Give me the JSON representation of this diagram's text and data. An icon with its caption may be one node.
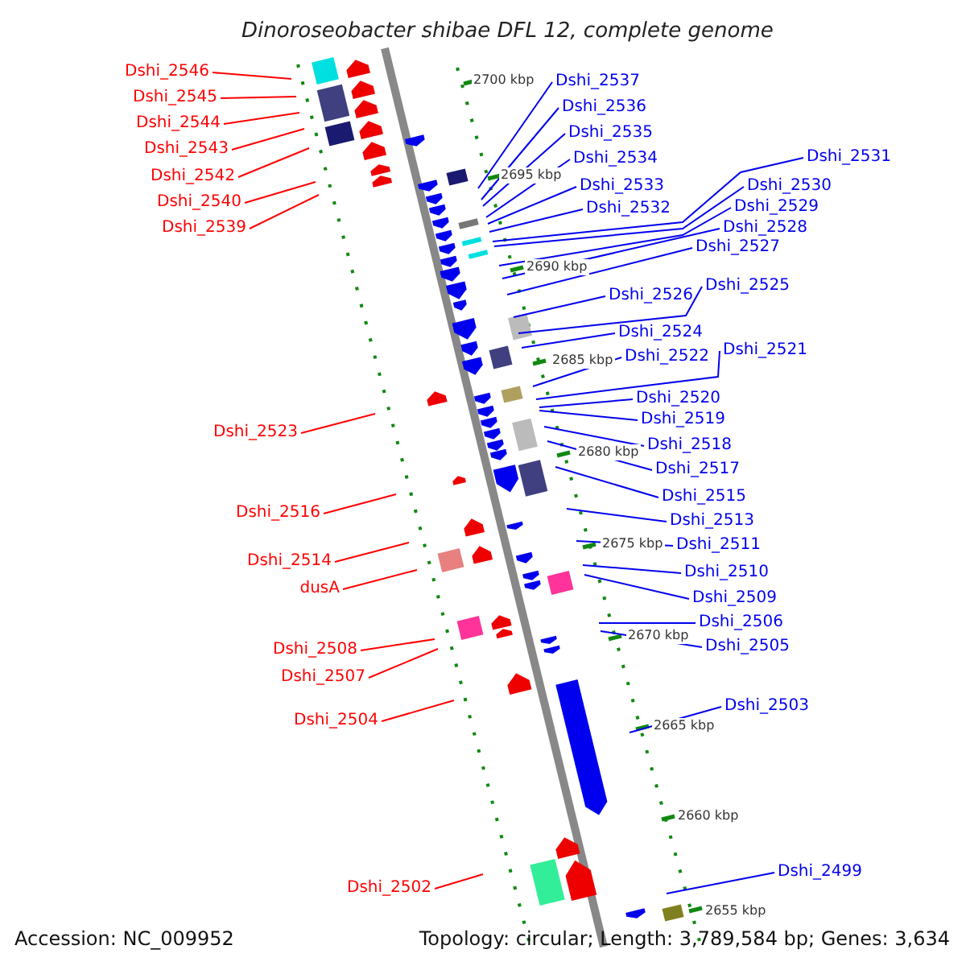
{
  "diagram": {
    "title": "Dinoroseobacter shibae DFL 12, complete genome",
    "nodes": [
      {
        "text": [
          "Dshi_2546"
        ]
      },
      {
        "text": [
          "Dshi_2537"
        ]
      },
      {
        "text": [
          "Dshi_2545"
        ]
      },
      {
        "text": [
          "Dshi_2536"
        ]
      },
      {
        "text": [
          "Dshi_2544"
        ]
      },
      {
        "text": [
          "Dshi_2535"
        ]
      },
      {
        "text": [
          "Dshi_2543"
        ]
      },
      {
        "text": [
          "Dshi_2534"
        ]
      },
      {
        "text": [
          "Dshi_2531"
        ]
      },
      {
        "text": [
          "Dshi_2542"
        ]
      },
      {
        "text": [
          "Dshi_2533"
        ]
      },
      {
        "text": [
          "Dshi_2530"
        ]
      },
      {
        "text": [
          "Dshi_2540"
        ]
      },
      {
        "text": [
          "Dshi_2529"
        ]
      },
      {
        "text": [
          "Dshi_2532"
        ]
      },
      {
        "text": [
          "Dshi_2539"
        ]
      },
      {
        "text": [
          "Dshi_2528"
        ]
      },
      {
        "text": [
          "Dshi_2527"
        ]
      },
      {
        "text": [
          "Dshi_2525"
        ]
      },
      {
        "text": [
          "Dshi_2526"
        ]
      },
      {
        "text": [
          "Dshi_2524"
        ]
      },
      {
        "text": [
          "Dshi_2521"
        ]
      },
      {
        "text": [
          "Dshi_2522"
        ]
      },
      {
        "text": [
          "Dshi_2520"
        ]
      },
      {
        "text": [
          "Dshi_2519"
        ]
      },
      {
        "text": [
          "Dshi_2523"
        ]
      },
      {
        "text": [
          "Dshi_2518"
        ]
      },
      {
        "text": [
          "Dshi_2517"
        ]
      },
      {
        "text": [
          "Dshi_2515"
        ]
      },
      {
        "text": [
          "Dshi_2516"
        ]
      },
      {
        "text": [
          "Dshi_2513"
        ]
      },
      {
        "text": [
          "Dshi_2511"
        ]
      },
      {
        "text": [
          "Dshi_2514"
        ]
      },
      {
        "text": [
          "Dshi_2510"
        ]
      },
      {
        "text": [
          "dusA"
        ]
      },
      {
        "text": [
          "Dshi_2509"
        ]
      },
      {
        "text": [
          "Dshi_2506"
        ]
      },
      {
        "text": [
          "Dshi_2505"
        ]
      },
      {
        "text": [
          "Dshi_2508"
        ]
      },
      {
        "text": [
          "Dshi_2507"
        ]
      },
      {
        "text": [
          "Dshi_2503"
        ]
      },
      {
        "text": [
          "Dshi_2504"
        ]
      },
      {
        "text": [
          "Dshi_2499"
        ]
      },
      {
        "text": [
          "Dshi_2502"
        ]
      }
    ],
    "edges": [
      {
        "from": 0,
        "to": null,
        "arrow": "none",
        "color": "#ff0000"
      },
      {
        "from": 1,
        "to": null,
        "arrow": "none"
      },
      {
        "from": 2,
        "to": null,
        "arrow": "none",
        "color": "#ff0000"
      },
      {
        "from": 3,
        "to": null,
        "arrow": "none"
      },
      {
        "from": 4,
        "to": null,
        "arrow": "none",
        "color": "#ff0000"
      },
      {
        "from": 5,
        "to": null,
        "arrow": "none"
      },
      {
        "from": 6,
        "to": null,
        "arrow": "none",
        "color": "#ff0000"
      },
      {
        "from": 7,
        "to": null,
        "arrow": "none"
      },
      {
        "from": 8,
        "to": null,
        "arrow": "none"
      },
      {
        "from": 9,
        "to": null,
        "arrow": "none",
        "color": "#ff0000"
      },
      {
        "from": 10,
        "to": null,
        "arrow": "none"
      },
      {
        "from": 11,
        "to": null,
        "arrow": "none"
      },
      {
        "from": 12,
        "to": null,
        "arrow": "none",
        "color": "#ff0000"
      },
      {
        "from": 13,
        "to": null,
        "arrow": "none"
      },
      {
        "from": 14,
        "to": null,
        "arrow": "none"
      },
      {
        "from": 15,
        "to": null,
        "arrow": "none",
        "color": "#ff0000"
      },
      {
        "from": 16,
        "to": null,
        "arrow": "none"
      },
      {
        "from": 17,
        "to": null,
        "arrow": "none"
      },
      {
        "from": 18,
        "to": null,
        "arrow": "none"
      },
      {
        "from": 19,
        "to": null,
        "arrow": "none"
      },
      {
        "from": 20,
        "to": null,
        "arrow": "none"
      },
      {
        "from": 21,
        "to": null,
        "arrow": "none"
      },
      {
        "from": 22,
        "to": null,
        "arrow": "none"
      },
      {
        "from": 23,
        "to": null,
        "arrow": "none"
      },
      {
        "from": 24,
        "to": null,
        "arrow": "none"
      },
      {
        "from": 25,
        "to": null,
        "arrow": "none",
        "color": "#ff0000"
      },
      {
        "from": 26,
        "to": null,
        "arrow": "none"
      },
      {
        "from": 27,
        "to": null,
        "arrow": "none"
      },
      {
        "from": 28,
        "to": null,
        "arrow": "none"
      },
      {
        "from": 29,
        "to": null,
        "arrow": "none",
        "color": "#ff0000"
      },
      {
        "from": 30,
        "to": null,
        "arrow": "none"
      },
      {
        "from": 31,
        "to": null,
        "arrow": "none"
      },
      {
        "from": 32,
        "to": null,
        "arrow": "none",
        "color": "#ff0000"
      },
      {
        "from": 33,
        "to": null,
        "arrow": "none"
      },
      {
        "from": 34,
        "to": null,
        "arrow": "none",
        "color": "#ff0000"
      },
      {
        "from": 35,
        "to": null,
        "arrow": "none"
      },
      {
        "from": 36,
        "to": null,
        "arrow": "none"
      },
      {
        "from": 37,
        "to": null,
        "arrow": "none"
      },
      {
        "from": 38,
        "to": null,
        "arrow": "none",
        "color": "#ff0000"
      },
      {
        "from": 39,
        "to": null,
        "arrow": "none",
        "color": "#ff0000"
      },
      {
        "from": 40,
        "to": null,
        "arrow": "none"
      },
      {
        "from": 41,
        "to": null,
        "arrow": "none",
        "color": "#ff0000"
      },
      {
        "from": 42,
        "to": null,
        "arrow": "none"
      },
      {
        "from": 43,
        "to": null,
        "arrow": "none",
        "color": "#ff0000"
      }
    ],
    "labels": [
      "2700 kbp",
      "2695 kbp",
      "2690 kbp",
      "2685 kbp",
      "2680 kbp",
      "2675 kbp",
      "2670 kbp",
      "2665 kbp",
      "2660 kbp",
      "2655 kbp",
      "Accession: NC_009952",
      "Topology: circular; Length: 3,789,584 bp; Genes: 3,634"
    ]
  }
}
